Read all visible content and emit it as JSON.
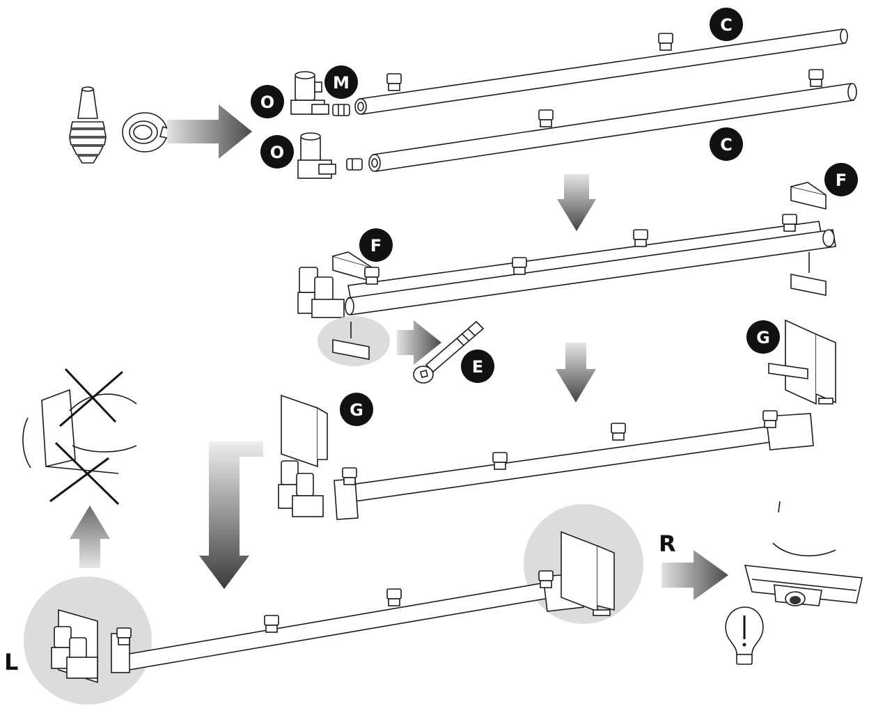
{
  "colors": {
    "ink": "#1a1a1a",
    "badge": "#111111",
    "arrow_dark": "#4a4a4a",
    "arrow_light": "#d8d8d8",
    "highlight": "#dcdcdc"
  },
  "labels": {
    "c_top": "C",
    "c_bottom": "C",
    "m": "M",
    "o_top": "O",
    "o_bottom": "O",
    "f_left": "F",
    "f_right": "F",
    "e": "E",
    "g_left": "G",
    "g_right": "G",
    "side_left": "L",
    "side_right": "R"
  },
  "icons": {
    "sealant": "thread-sealant-icon",
    "tape": "ptfe-tape-icon",
    "warning_bulb": "lightbulb-warning-icon",
    "cross": "do-not-cross-icon"
  }
}
